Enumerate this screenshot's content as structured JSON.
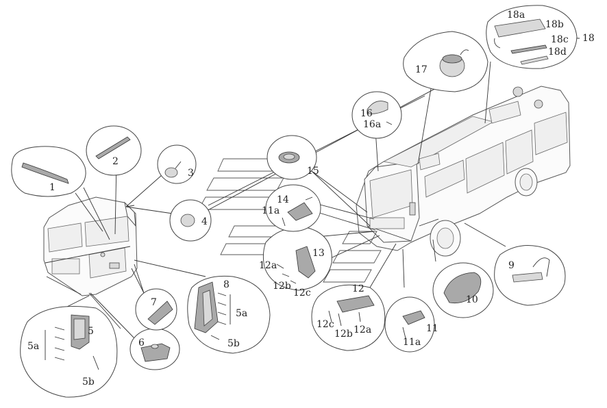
{
  "callouts": [
    {
      "id": "c1",
      "text": "1"
    },
    {
      "id": "c2",
      "text": "2"
    },
    {
      "id": "c3",
      "text": "3"
    },
    {
      "id": "c4",
      "text": "4"
    },
    {
      "id": "c5",
      "text": "5"
    },
    {
      "id": "c5a_l",
      "text": "5a"
    },
    {
      "id": "c5b_l",
      "text": "5b"
    },
    {
      "id": "c5a_r",
      "text": "5a"
    },
    {
      "id": "c5b_r",
      "text": "5b"
    },
    {
      "id": "c6",
      "text": "6"
    },
    {
      "id": "c7",
      "text": "7"
    },
    {
      "id": "c8",
      "text": "8"
    },
    {
      "id": "c9",
      "text": "9"
    },
    {
      "id": "c10",
      "text": "10"
    },
    {
      "id": "c11",
      "text": "11"
    },
    {
      "id": "c11a_b",
      "text": "11a"
    },
    {
      "id": "c11a_t",
      "text": "11a"
    },
    {
      "id": "c12",
      "text": "12"
    },
    {
      "id": "c12a_b",
      "text": "12a"
    },
    {
      "id": "c12b_b",
      "text": "12b"
    },
    {
      "id": "c12c_b",
      "text": "12c"
    },
    {
      "id": "c12a_t",
      "text": "12a"
    },
    {
      "id": "c12b_t",
      "text": "12b"
    },
    {
      "id": "c12c_t",
      "text": "12c"
    },
    {
      "id": "c13",
      "text": "13"
    },
    {
      "id": "c14",
      "text": "14"
    },
    {
      "id": "c15",
      "text": "15"
    },
    {
      "id": "c16",
      "text": "16"
    },
    {
      "id": "c16a",
      "text": "16a"
    },
    {
      "id": "c17",
      "text": "17"
    },
    {
      "id": "c18",
      "text": "18"
    },
    {
      "id": "c18a",
      "text": "18a"
    },
    {
      "id": "c18b",
      "text": "18b"
    },
    {
      "id": "c18c",
      "text": "18c"
    },
    {
      "id": "c18d",
      "text": "18d"
    }
  ]
}
